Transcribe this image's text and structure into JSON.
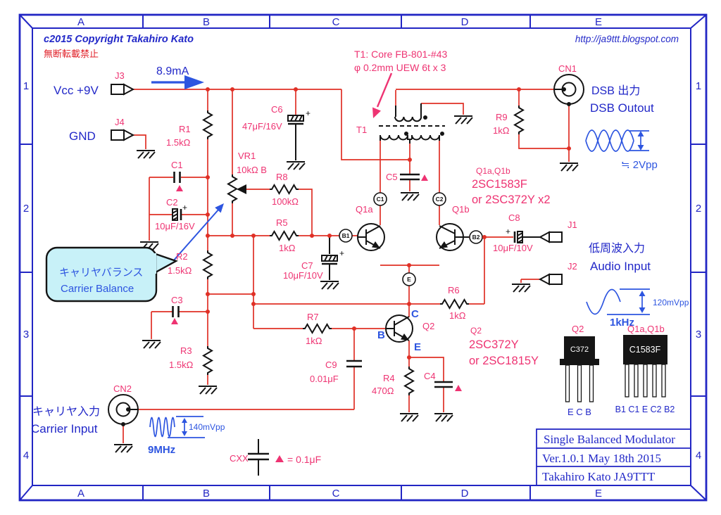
{
  "frame": {
    "cols": [
      "A",
      "B",
      "C",
      "D",
      "E"
    ],
    "rows": [
      "1",
      "2",
      "3",
      "4"
    ]
  },
  "header": {
    "copyright": "c2015  Copyright  Takahiro Kato",
    "notice": "無断転載禁止",
    "url": "http://ja9ttt.blogspot.com"
  },
  "title_block": {
    "title": "Single Balanced Modulator",
    "version": "Ver.1.0.1  May 18th 2015",
    "author": "Takahiro Kato  JA9TTT"
  },
  "power": {
    "vcc": "Vcc +9V",
    "gnd": "GND",
    "current": "8.9mA"
  },
  "connectors": {
    "j1": "J1",
    "j2": "J2",
    "j3": "J3",
    "j4": "J4",
    "cn1": "CN1",
    "cn2": "CN2"
  },
  "t1": {
    "ref": "T1",
    "note1": "T1: Core FB-801-#43",
    "note2": "φ 0.2mm UEW 6t x 3"
  },
  "output": {
    "jp": "DSB 出力",
    "en": "DSB Outout",
    "level": "≒ 2Vpp"
  },
  "audio": {
    "jp": "低周波入力",
    "en": "Audio Input",
    "level": "120mVpp",
    "freq": "1kHz"
  },
  "carrier": {
    "jp": "キャリヤ入力",
    "en": "Carrier Input",
    "level": "140mVpp",
    "freq": "9MHz"
  },
  "balance": {
    "jp": "キャリヤバランス",
    "en": "Carrier Balance"
  },
  "res": {
    "r1": {
      "ref": "R1",
      "val": "1.5kΩ"
    },
    "r2": {
      "ref": "R2",
      "val": "1.5kΩ"
    },
    "r3": {
      "ref": "R3",
      "val": "1.5kΩ"
    },
    "r4": {
      "ref": "R4",
      "val": "470Ω"
    },
    "r5": {
      "ref": "R5",
      "val": "1kΩ"
    },
    "r6": {
      "ref": "R6",
      "val": "1kΩ"
    },
    "r7": {
      "ref": "R7",
      "val": "1kΩ"
    },
    "r8": {
      "ref": "R8",
      "val": "100kΩ"
    },
    "r9": {
      "ref": "R9",
      "val": "1kΩ"
    },
    "vr1": {
      "ref": "VR1",
      "val": "10kΩ B"
    }
  },
  "cap": {
    "c1": {
      "ref": "C1"
    },
    "c2": {
      "ref": "C2",
      "val": "10μF/16V"
    },
    "c3": {
      "ref": "C3"
    },
    "c4": {
      "ref": "C4"
    },
    "c5": {
      "ref": "C5"
    },
    "c6": {
      "ref": "C6",
      "val": "47μF/16V"
    },
    "c7": {
      "ref": "C7",
      "val": "10μF/10V"
    },
    "c8": {
      "ref": "C8",
      "val": "10μF/10V"
    },
    "c9": {
      "ref": "C9",
      "val": "0.01μF"
    },
    "cxx": {
      "ref": "CXX"
    }
  },
  "legend": {
    "eq": "= 0.1μF"
  },
  "tr": {
    "q1a": "Q1a",
    "q1b": "Q1b",
    "q1_group": "Q1a,Q1b",
    "q1_part": "2SC1583F",
    "q1_alt": "or 2SC372Y x2",
    "q2_ref": "Q2",
    "q2_part": "2SC372Y",
    "q2_alt": "or 2SC1815Y",
    "c": "C",
    "b": "B",
    "e": "E"
  },
  "bubbles": {
    "b1": "B1",
    "c1": "C1",
    "c2": "C2",
    "b2": "B2",
    "e": "E"
  },
  "pkg": {
    "q2": {
      "ref": "Q2",
      "marking": "C372",
      "pins": "E C B"
    },
    "q1": {
      "ref": "Q1a,Q1b",
      "marking": "C1583F",
      "pins": "B1 C1 E C2 B2"
    }
  },
  "misc": {
    "plus": "+"
  }
}
